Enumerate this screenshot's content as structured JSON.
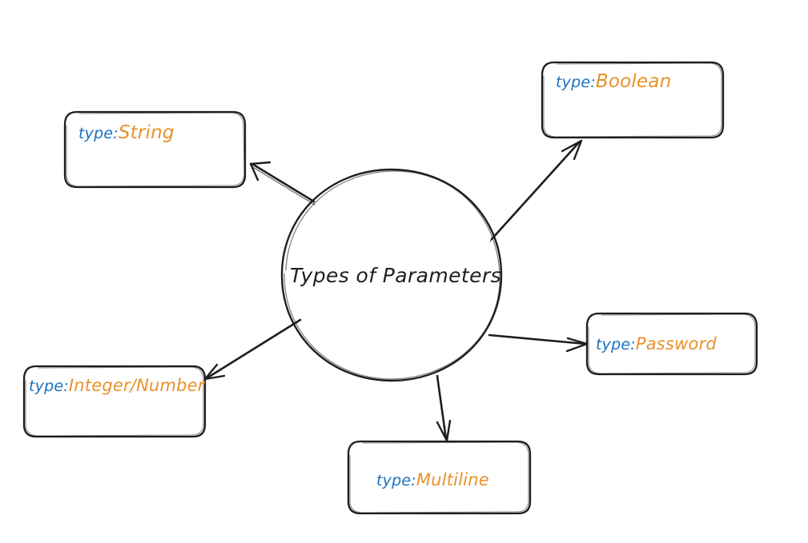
{
  "diagram": {
    "title": "Types of Parameters",
    "background_color": "#ffffff",
    "stroke_color": "#1e1e1e",
    "key_color": "#1971c2",
    "value_color": "#e8912a",
    "center": {
      "label": "Types of Parameters",
      "shape": "ellipse"
    },
    "nodes": [
      {
        "id": "string",
        "key": "type:",
        "value": "String",
        "shape": "rounded-rectangle",
        "arrow_direction": "from-center-to-node"
      },
      {
        "id": "boolean",
        "key": "type:",
        "value": "Boolean",
        "shape": "rounded-rectangle",
        "arrow_direction": "from-center-to-node"
      },
      {
        "id": "integer-number",
        "key": "type:",
        "value": "Integer/Number",
        "shape": "rounded-rectangle",
        "arrow_direction": "from-center-to-node"
      },
      {
        "id": "password",
        "key": "type:",
        "value": "Password",
        "shape": "rounded-rectangle",
        "arrow_direction": "from-center-to-node"
      },
      {
        "id": "multiline",
        "key": "type:",
        "value": "Multiline",
        "shape": "rounded-rectangle",
        "arrow_direction": "from-center-to-node"
      }
    ]
  }
}
